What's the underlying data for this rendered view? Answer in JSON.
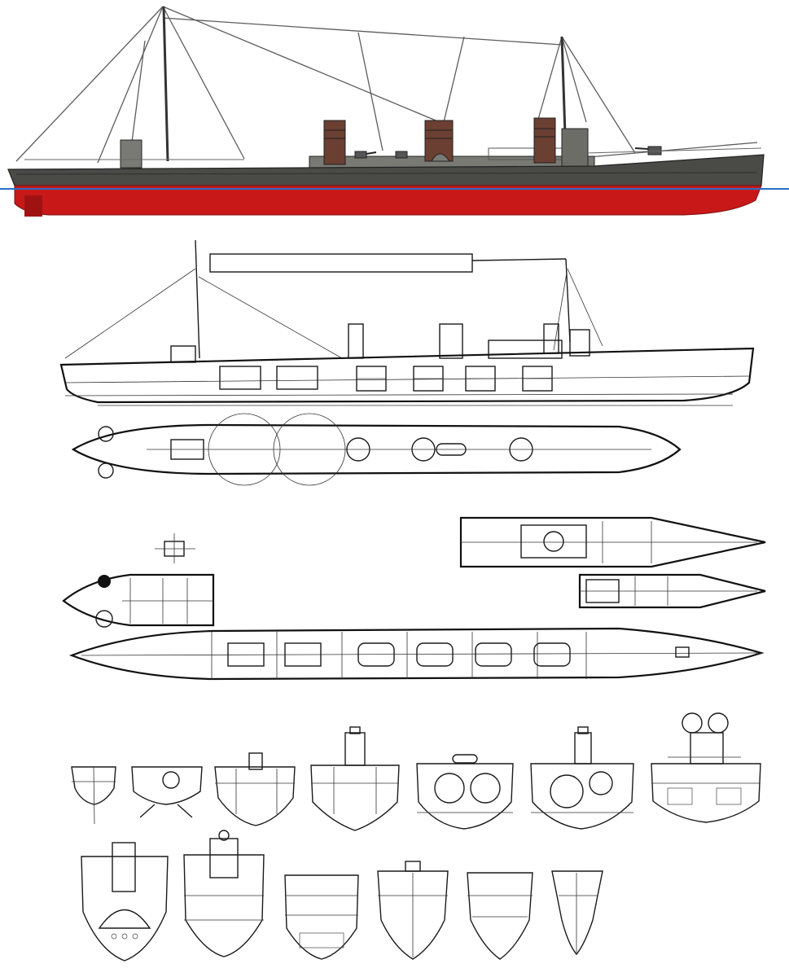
{
  "colors": {
    "hull_upper": "#4a4a47",
    "hull_lower": "#c81818",
    "waterline": "#2a6ec8",
    "funnel": "#6b3f32",
    "deckhouse": "#7a7a74",
    "rigging": "#5c5c5c",
    "drawing_ink": "#1a1a1a",
    "paper": "#ffffff"
  },
  "figures": {
    "color_profile": "side-profile-painting",
    "line_profile": "inboard-profile-drawing",
    "deck_plan": "upper-deck-plan",
    "fore_plans": "forward-deck-plans",
    "aft_plans": "aft-deck-plans",
    "hold_plan": "hold-plan",
    "sections": "hull-cross-sections"
  },
  "section_count": 13
}
